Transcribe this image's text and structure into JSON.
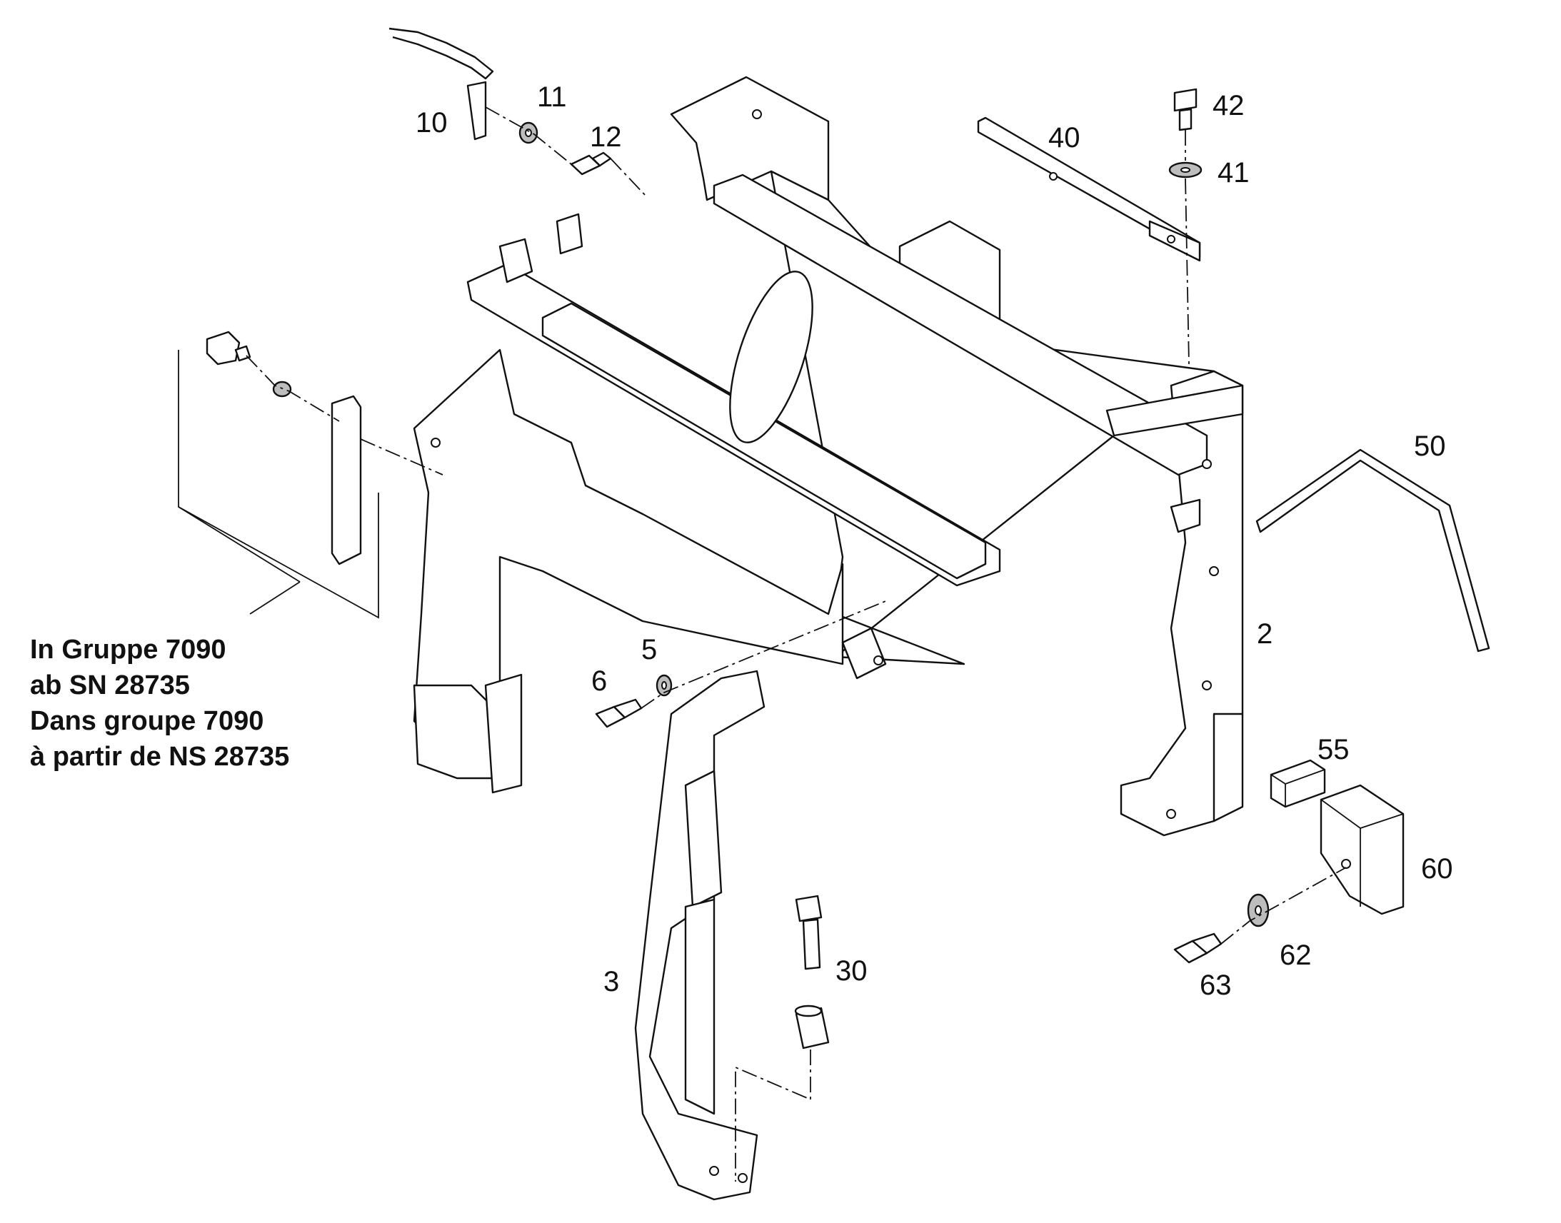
{
  "callouts": {
    "c2": "2",
    "c3": "3",
    "c5": "5",
    "c6": "6",
    "c10": "10",
    "c11": "11",
    "c12": "12",
    "c30": "30",
    "c40": "40",
    "c41": "41",
    "c42": "42",
    "c50": "50",
    "c55": "55",
    "c60": "60",
    "c62": "62",
    "c63": "63"
  },
  "note": {
    "line1": "In Gruppe 7090",
    "line2": "ab SN 28735",
    "line3": "Dans groupe 7090",
    "line4": "à partir de NS 28735"
  }
}
